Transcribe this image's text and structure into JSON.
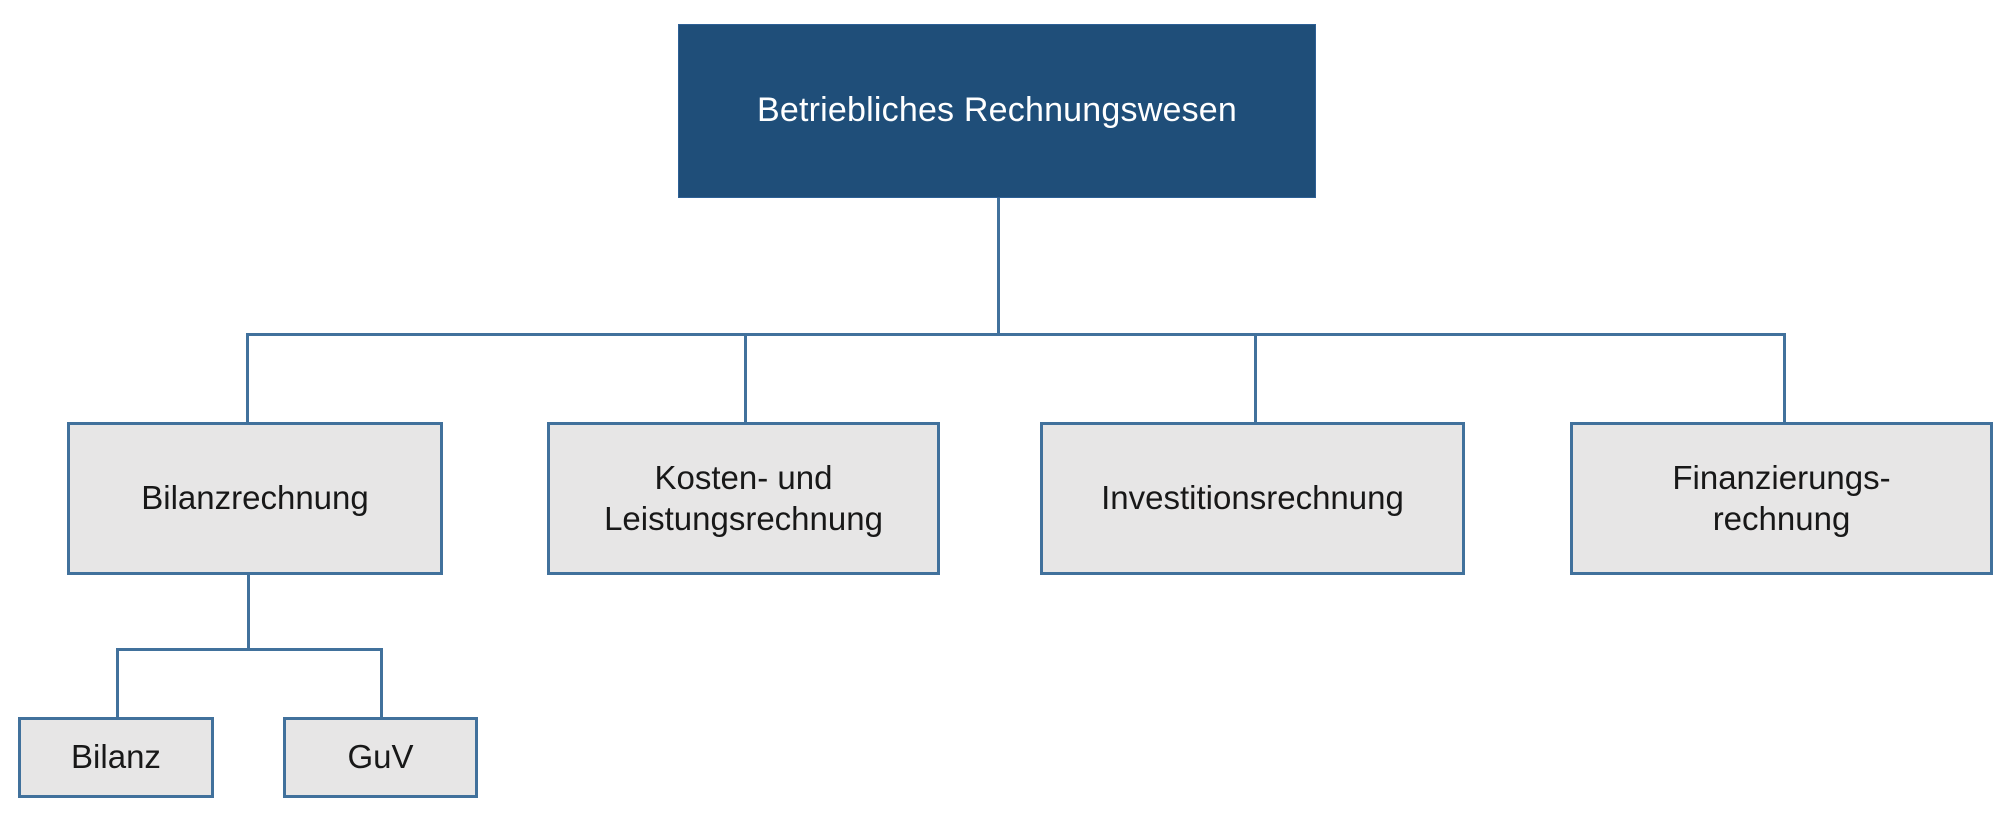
{
  "diagram": {
    "title": "Betriebliches Rechnungswesen",
    "type": "organizational-hierarchy-tree",
    "language": "de",
    "colors": {
      "root_fill": "#1F4E79",
      "root_text": "#FFFFFF",
      "node_fill": "#E7E6E6",
      "node_border": "#41719C",
      "node_text": "#181818",
      "connector": "#41719C",
      "background": "#FFFFFF"
    },
    "root": {
      "label": "Betriebliches Rechnungswesen"
    },
    "level2": [
      {
        "label": "Bilanzrechnung"
      },
      {
        "label": "Kosten- und\nLeistungsrechnung"
      },
      {
        "label": "Investitionsrechnung"
      },
      {
        "label": "Finanzierungs-\nrechnung"
      }
    ],
    "level3": [
      {
        "label": "Bilanz"
      },
      {
        "label": "GuV"
      }
    ]
  }
}
